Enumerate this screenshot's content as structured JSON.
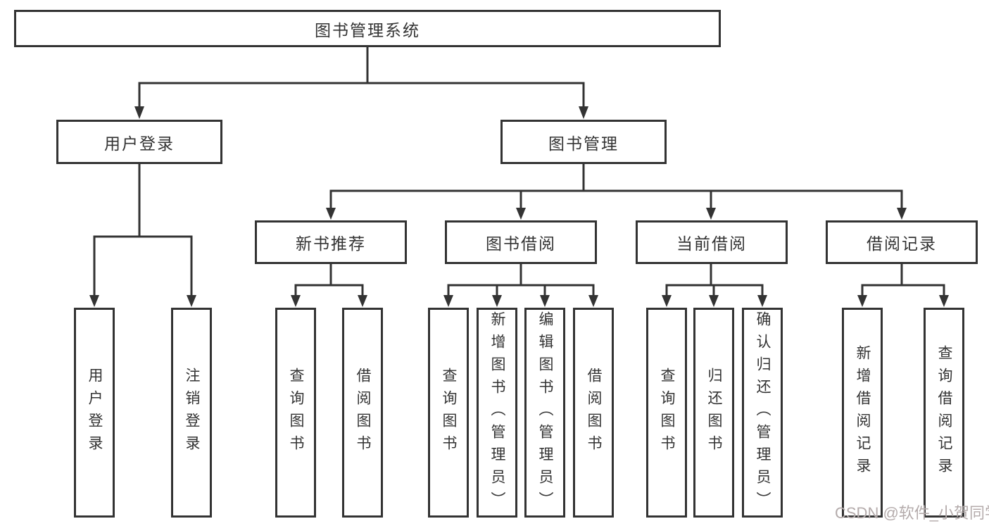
{
  "diagram": {
    "root": {
      "label": "图书管理系统"
    },
    "level2": [
      {
        "id": "user-login",
        "label": "用户登录"
      },
      {
        "id": "book-management",
        "label": "图书管理"
      }
    ],
    "level3": [
      {
        "id": "new-book-recommend",
        "label": "新书推荐",
        "parent": "图书管理"
      },
      {
        "id": "book-borrow",
        "label": "图书借阅",
        "parent": "图书管理"
      },
      {
        "id": "current-borrow",
        "label": "当前借阅",
        "parent": "图书管理"
      },
      {
        "id": "borrow-records",
        "label": "借阅记录",
        "parent": "图书管理"
      }
    ],
    "leaves": [
      {
        "id": "user-login-leaf",
        "label": "用户登录",
        "parent": "用户登录"
      },
      {
        "id": "logout",
        "label": "注销登录",
        "parent": "用户登录"
      },
      {
        "id": "query-books-recommend",
        "label": "查询图书",
        "parent": "新书推荐"
      },
      {
        "id": "borrow-books-recommend",
        "label": "借阅图书",
        "parent": "新书推荐"
      },
      {
        "id": "query-books-borrow",
        "label": "查询图书",
        "parent": "图书借阅"
      },
      {
        "id": "add-books-admin",
        "label": "新增图书（管理员）",
        "parent": "图书借阅"
      },
      {
        "id": "edit-books-admin",
        "label": "编辑图书（管理员）",
        "parent": "图书借阅"
      },
      {
        "id": "borrow-books",
        "label": "借阅图书",
        "parent": "图书借阅"
      },
      {
        "id": "query-books-current",
        "label": "查询图书",
        "parent": "当前借阅"
      },
      {
        "id": "return-books",
        "label": "归还图书",
        "parent": "当前借阅"
      },
      {
        "id": "confirm-return-admin",
        "label": "确认归还（管理员）",
        "parent": "当前借阅"
      },
      {
        "id": "add-borrow-record",
        "label": "新增借阅记录",
        "parent": "借阅记录"
      },
      {
        "id": "query-borrow-record",
        "label": "查询借阅记录",
        "parent": "借阅记录"
      }
    ]
  },
  "watermark": {
    "text": "CSDN @软件_小贺同学"
  },
  "colors": {
    "line": "#333333",
    "box_border": "#333333",
    "text": "#333333",
    "watermark": "#b4abab",
    "background": "#ffffff"
  }
}
